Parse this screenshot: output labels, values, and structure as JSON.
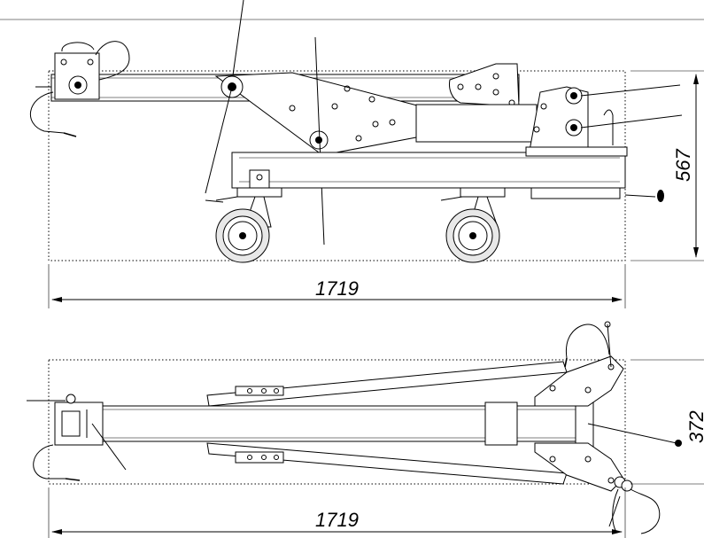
{
  "side_view": {
    "width_label": "1719",
    "height_label": "567"
  },
  "top_view": {
    "width_label": "1719",
    "height_label": "372"
  }
}
